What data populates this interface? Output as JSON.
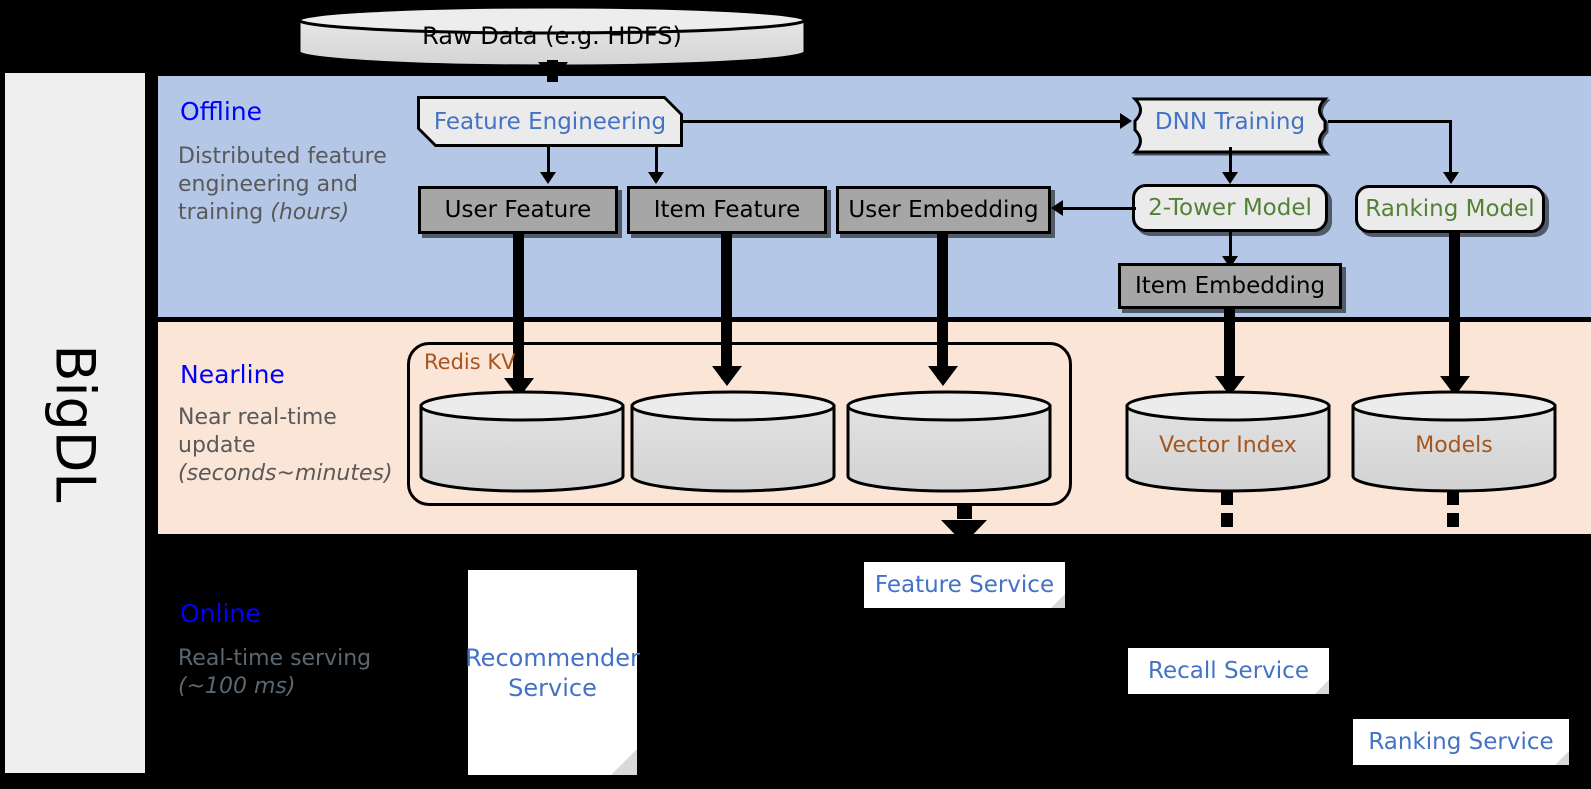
{
  "framework": {
    "name": "BigDL"
  },
  "source": {
    "label": "Raw Data (e.g. HDFS)"
  },
  "bands": {
    "offline": {
      "title": "Offline",
      "subtitle_main": "Distributed feature engineering and training ",
      "subtitle_italic": "(hours)"
    },
    "nearline": {
      "title": "Nearline",
      "subtitle_main": "Near real-time update ",
      "subtitle_italic": "(seconds~minutes)"
    },
    "online": {
      "title": "Online",
      "subtitle_main": "Real-time serving ",
      "subtitle_italic": "(~100 ms)"
    }
  },
  "offline_nodes": {
    "feature_engineering": "Feature Engineering",
    "dnn_training": "DNN Training",
    "user_feature": "User Feature",
    "item_feature": "Item Feature",
    "user_embedding": "User Embedding",
    "two_tower_model": "2-Tower Model",
    "ranking_model": "Ranking Model",
    "item_embedding": "Item Embedding"
  },
  "nearline_nodes": {
    "redis_kv": "Redis KV",
    "store_user_feature": "",
    "store_item_feature": "",
    "store_user_embedding": "",
    "vector_index": "Vector Index",
    "models": "Models"
  },
  "online_nodes": {
    "recommender_service": "Recommender Service",
    "feature_service": "Feature Service",
    "recall_service": "Recall Service",
    "ranking_service": "Ranking Service"
  },
  "colors": {
    "offline_band": "#b4c7e7",
    "nearline_band": "#fbe5d6",
    "online_band": "#000000",
    "rail": "#efefef",
    "title_blue": "#0000ff",
    "node_blue": "#4472c4",
    "node_green": "#548235",
    "node_brown": "#a6551e",
    "gray_box": "#a6a6a6",
    "light_box": "#ebebeb"
  }
}
